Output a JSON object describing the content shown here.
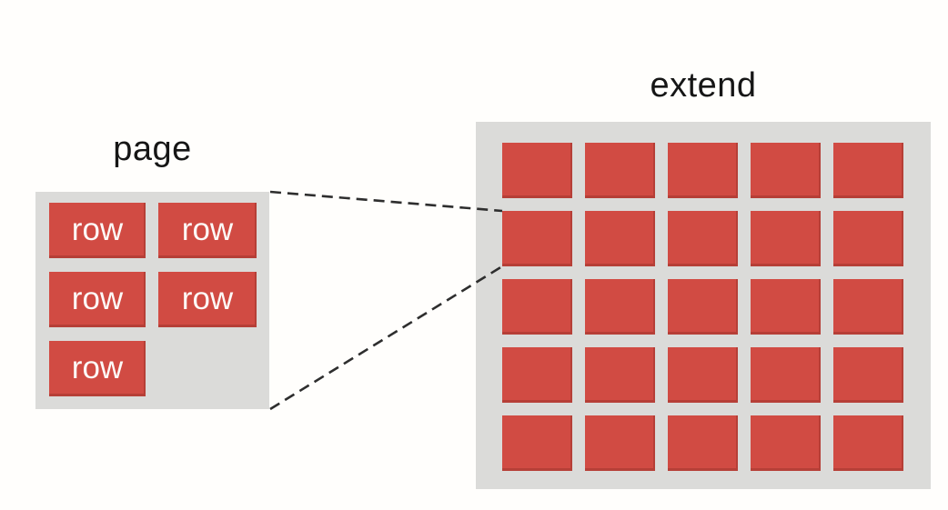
{
  "diagram": {
    "description": "callout diagram showing a small page of row blocks magnified from one cell of a larger extended grid"
  },
  "colors": {
    "page_background": "#fffefc",
    "panel_background": "#dbdbd9",
    "cell_fill": "#d14b43",
    "cell_label_text": "#fdf9f7",
    "title_text": "#161616",
    "connector_dash": "#2e2e2e"
  },
  "page_panel": {
    "title": "page",
    "columns": 2,
    "cells": [
      {
        "label": "row"
      },
      {
        "label": "row"
      },
      {
        "label": "row"
      },
      {
        "label": "row"
      },
      {
        "label": "row"
      }
    ]
  },
  "extend_panel": {
    "title": "extend",
    "rows": 5,
    "columns": 5,
    "cell_label": ""
  },
  "connector": {
    "style": "dashed",
    "from": "page-panel-right-edge",
    "to": "extend-grid-row2-col1-cell"
  }
}
